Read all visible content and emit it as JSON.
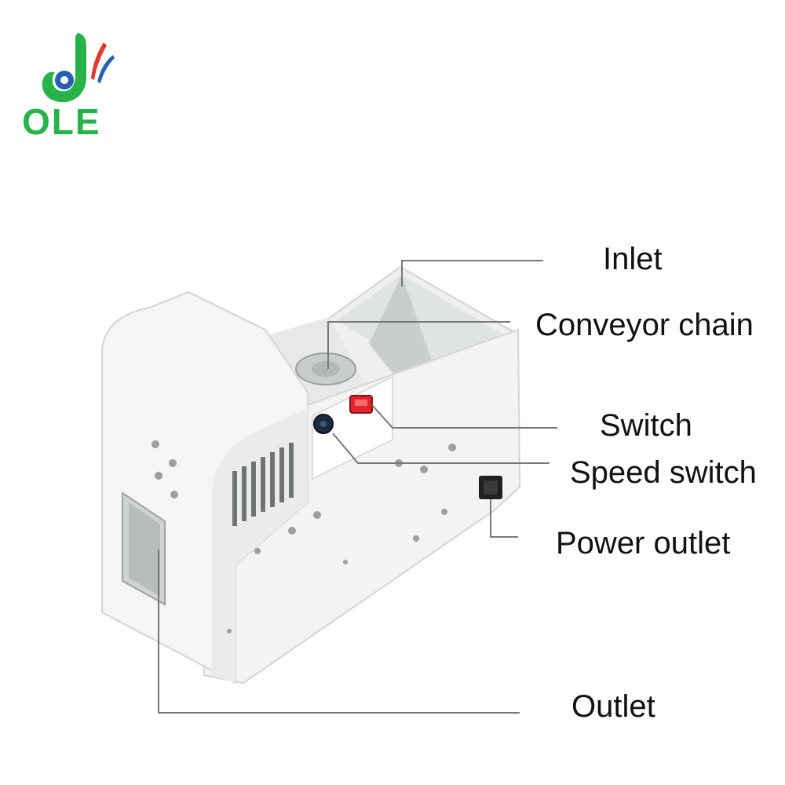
{
  "brand": {
    "name": "OLE",
    "primary_color": "#27b24a",
    "accent_blue": "#2a5fb0",
    "accent_red": "#e23a2a"
  },
  "labels": {
    "inlet": "Inlet",
    "conveyor_chain": "Conveyor chain",
    "switch": "Switch",
    "speed_switch": "Speed switch",
    "power_outlet": "Power outlet",
    "outlet": "Outlet"
  },
  "colors": {
    "machine_body": "#f1f2f1",
    "machine_shadow": "#d7dad8",
    "leader_line": "#777777",
    "switch_red": "#e0242a",
    "knob": "#1e2b3c"
  }
}
